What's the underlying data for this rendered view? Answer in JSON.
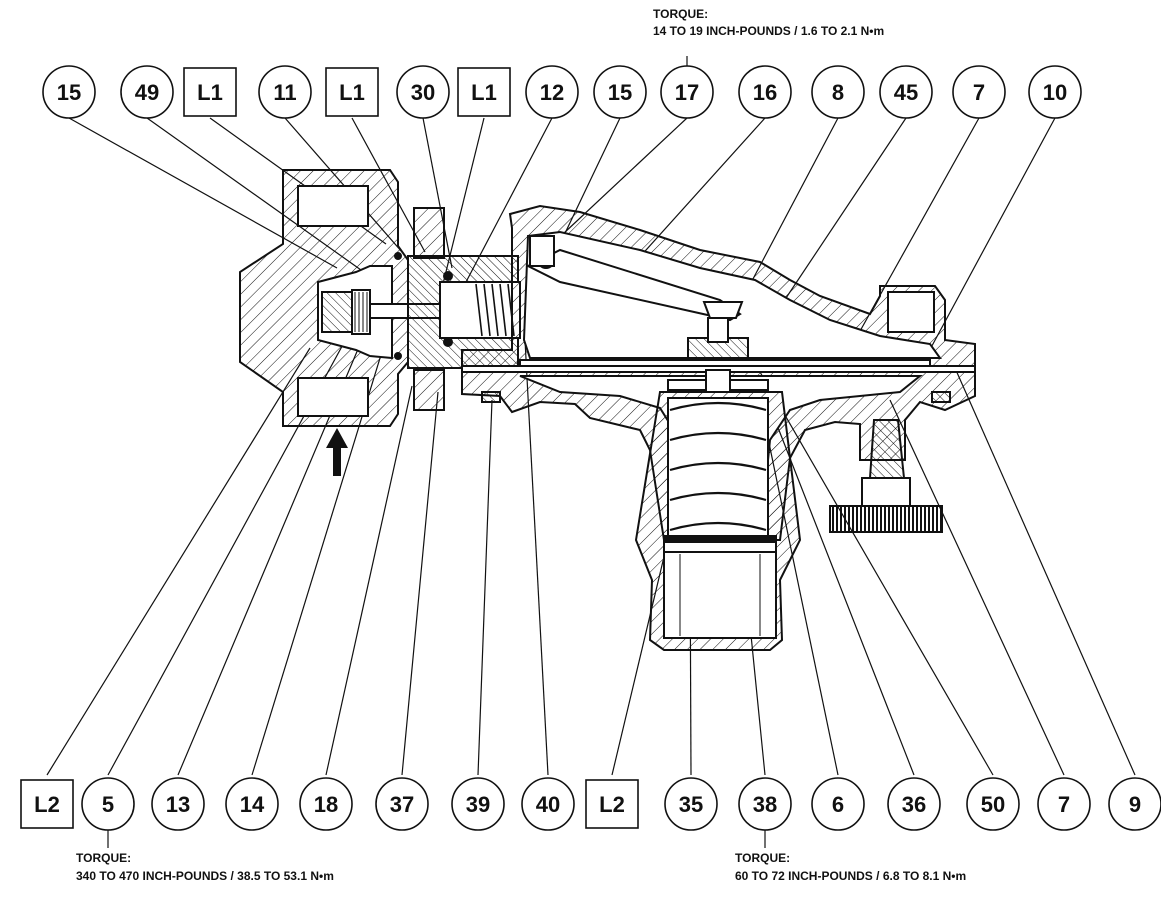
{
  "torque_notes": {
    "top": {
      "heading": "TORQUE:",
      "value": "14 TO 19 INCH-POUNDS / 1.6 TO 2.1 N•m"
    },
    "bottom_left": {
      "heading": "TORQUE:",
      "value": "340 TO 470 INCH-POUNDS / 38.5 TO 53.1 N•m"
    },
    "bottom_right": {
      "heading": "TORQUE:",
      "value": "60 TO 72 INCH-POUNDS / 6.8 TO 8.1 N•m"
    }
  },
  "callouts_top": [
    {
      "label": "15",
      "shape": "circle"
    },
    {
      "label": "49",
      "shape": "circle"
    },
    {
      "label": "L1",
      "shape": "square"
    },
    {
      "label": "11",
      "shape": "circle"
    },
    {
      "label": "L1",
      "shape": "square"
    },
    {
      "label": "30",
      "shape": "circle"
    },
    {
      "label": "L1",
      "shape": "square"
    },
    {
      "label": "12",
      "shape": "circle"
    },
    {
      "label": "15",
      "shape": "circle"
    },
    {
      "label": "17",
      "shape": "circle"
    },
    {
      "label": "16",
      "shape": "circle"
    },
    {
      "label": "8",
      "shape": "circle"
    },
    {
      "label": "45",
      "shape": "circle"
    },
    {
      "label": "7",
      "shape": "circle"
    },
    {
      "label": "10",
      "shape": "circle"
    }
  ],
  "callouts_bottom": [
    {
      "label": "L2",
      "shape": "square"
    },
    {
      "label": "5",
      "shape": "circle"
    },
    {
      "label": "13",
      "shape": "circle"
    },
    {
      "label": "14",
      "shape": "circle"
    },
    {
      "label": "18",
      "shape": "circle"
    },
    {
      "label": "37",
      "shape": "circle"
    },
    {
      "label": "39",
      "shape": "circle"
    },
    {
      "label": "40",
      "shape": "circle"
    },
    {
      "label": "L2",
      "shape": "square"
    },
    {
      "label": "35",
      "shape": "circle"
    },
    {
      "label": "38",
      "shape": "circle"
    },
    {
      "label": "6",
      "shape": "circle"
    },
    {
      "label": "36",
      "shape": "circle"
    },
    {
      "label": "50",
      "shape": "circle"
    },
    {
      "label": "7",
      "shape": "circle"
    },
    {
      "label": "9",
      "shape": "circle"
    }
  ],
  "colors": {
    "ink": "#111111",
    "hatch": "#111111",
    "background": "#ffffff"
  },
  "icons": {
    "inlet_arrow": "up-arrow-icon",
    "adjusting_knob": "knurled-knob-icon"
  }
}
